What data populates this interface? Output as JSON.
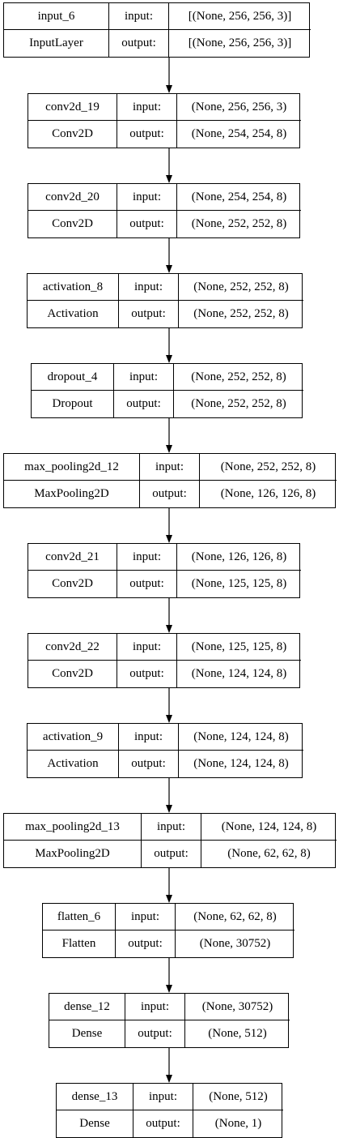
{
  "layers": [
    {
      "name": "input_6",
      "type": "InputLayer",
      "in_label": "input:",
      "out_label": "output:",
      "in_shape": "[(None, 256, 256, 3)]",
      "out_shape": "[(None, 256, 256, 3)]"
    },
    {
      "name": "conv2d_19",
      "type": "Conv2D",
      "in_label": "input:",
      "out_label": "output:",
      "in_shape": "(None, 256, 256, 3)",
      "out_shape": "(None, 254, 254, 8)"
    },
    {
      "name": "conv2d_20",
      "type": "Conv2D",
      "in_label": "input:",
      "out_label": "output:",
      "in_shape": "(None, 254, 254, 8)",
      "out_shape": "(None, 252, 252, 8)"
    },
    {
      "name": "activation_8",
      "type": "Activation",
      "in_label": "input:",
      "out_label": "output:",
      "in_shape": "(None, 252, 252, 8)",
      "out_shape": "(None, 252, 252, 8)"
    },
    {
      "name": "dropout_4",
      "type": "Dropout",
      "in_label": "input:",
      "out_label": "output:",
      "in_shape": "(None, 252, 252, 8)",
      "out_shape": "(None, 252, 252, 8)"
    },
    {
      "name": "max_pooling2d_12",
      "type": "MaxPooling2D",
      "in_label": "input:",
      "out_label": "output:",
      "in_shape": "(None, 252, 252, 8)",
      "out_shape": "(None, 126, 126, 8)"
    },
    {
      "name": "conv2d_21",
      "type": "Conv2D",
      "in_label": "input:",
      "out_label": "output:",
      "in_shape": "(None, 126, 126, 8)",
      "out_shape": "(None, 125, 125, 8)"
    },
    {
      "name": "conv2d_22",
      "type": "Conv2D",
      "in_label": "input:",
      "out_label": "output:",
      "in_shape": "(None, 125, 125, 8)",
      "out_shape": "(None, 124, 124, 8)"
    },
    {
      "name": "activation_9",
      "type": "Activation",
      "in_label": "input:",
      "out_label": "output:",
      "in_shape": "(None, 124, 124, 8)",
      "out_shape": "(None, 124, 124, 8)"
    },
    {
      "name": "max_pooling2d_13",
      "type": "MaxPooling2D",
      "in_label": "input:",
      "out_label": "output:",
      "in_shape": "(None, 124, 124, 8)",
      "out_shape": "(None, 62, 62, 8)"
    },
    {
      "name": "flatten_6",
      "type": "Flatten",
      "in_label": "input:",
      "out_label": "output:",
      "in_shape": "(None, 62, 62, 8)",
      "out_shape": "(None, 30752)"
    },
    {
      "name": "dense_12",
      "type": "Dense",
      "in_label": "input:",
      "out_label": "output:",
      "in_shape": "(None, 30752)",
      "out_shape": "(None, 512)"
    },
    {
      "name": "dense_13",
      "type": "Dense",
      "in_label": "input:",
      "out_label": "output:",
      "in_shape": "(None, 512)",
      "out_shape": "(None, 1)"
    }
  ],
  "colors": {
    "border": "#000000",
    "background": "#ffffff",
    "text": "#000000"
  }
}
